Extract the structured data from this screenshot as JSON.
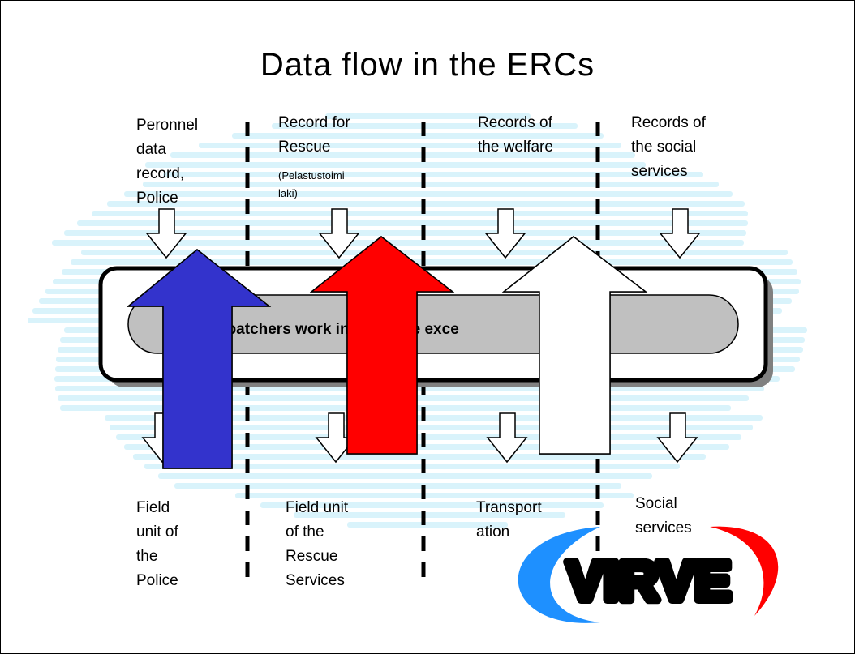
{
  "title": "Data flow in the ERCs",
  "sources": [
    {
      "label": "Peronnel\ndata\nrecord,\nPolice",
      "note": ""
    },
    {
      "label": "Record for\nRescue",
      "note": "(Pelastustoimi\nlaki)"
    },
    {
      "label": "Records of\nthe welfare",
      "note": ""
    },
    {
      "label": "Records of\nthe social\nservices",
      "note": ""
    }
  ],
  "banner": {
    "text": "Dispatchers work in the same exce"
  },
  "destinations": [
    {
      "label": "Field\nunit of\nthe\nPolice"
    },
    {
      "label": "Field unit\nof the\nRescue\nServices"
    },
    {
      "label": "Transport\nation"
    },
    {
      "label": "Social\nservices"
    }
  ],
  "upward_arrows": [
    {
      "name": "police-arrow",
      "color": "#3333cc"
    },
    {
      "name": "rescue-arrow",
      "color": "#ff0000"
    },
    {
      "name": "transport-arrow",
      "color": "#ffffff"
    }
  ],
  "logo": {
    "text": "VIRVE",
    "swoosh_left_color": "#1e90ff",
    "swoosh_right_color": "#ff0000"
  },
  "colors": {
    "background_stripes": "#d9f3fb",
    "banner_fill": "#c0c0c0",
    "banner_shadow": "#808080"
  }
}
